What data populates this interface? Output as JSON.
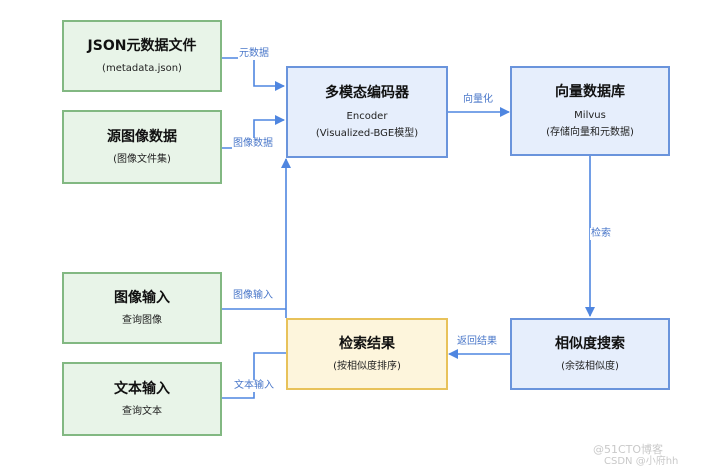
{
  "nodes": {
    "json_file": {
      "title": "JSON元数据文件",
      "sub": "(metadata.json)"
    },
    "image_data": {
      "title": "源图像数据",
      "sub": "(图像文件集)"
    },
    "image_input": {
      "title": "图像输入",
      "sub": "查询图像"
    },
    "text_input": {
      "title": "文本输入",
      "sub": "查询文本"
    },
    "encoder": {
      "title": "多模态编码器",
      "sub1": "Encoder",
      "sub2": "(Visualized-BGE模型)"
    },
    "vector_db": {
      "title": "向量数据库",
      "sub1": "Milvus",
      "sub2": "(存储向量和元数据)"
    },
    "similarity": {
      "title": "相似度搜索",
      "sub": "(余弦相似度)"
    },
    "results": {
      "title": "检索结果",
      "sub": "(按相似度排序)"
    }
  },
  "edges": {
    "metadata": "元数据",
    "image_data": "图像数据",
    "vectorize": "向量化",
    "retrieve": "检索",
    "return_results": "返回结果",
    "image_input": "图像输入",
    "text_input": "文本输入"
  },
  "watermark": {
    "line1": "@51CTO博客",
    "line2": "CSDN @小府hh"
  },
  "colors": {
    "arrow": "#4f86e0",
    "green_fill": "#e8f4e8",
    "blue_fill": "#e6eefc",
    "yellow_fill": "#fdf5dc"
  }
}
